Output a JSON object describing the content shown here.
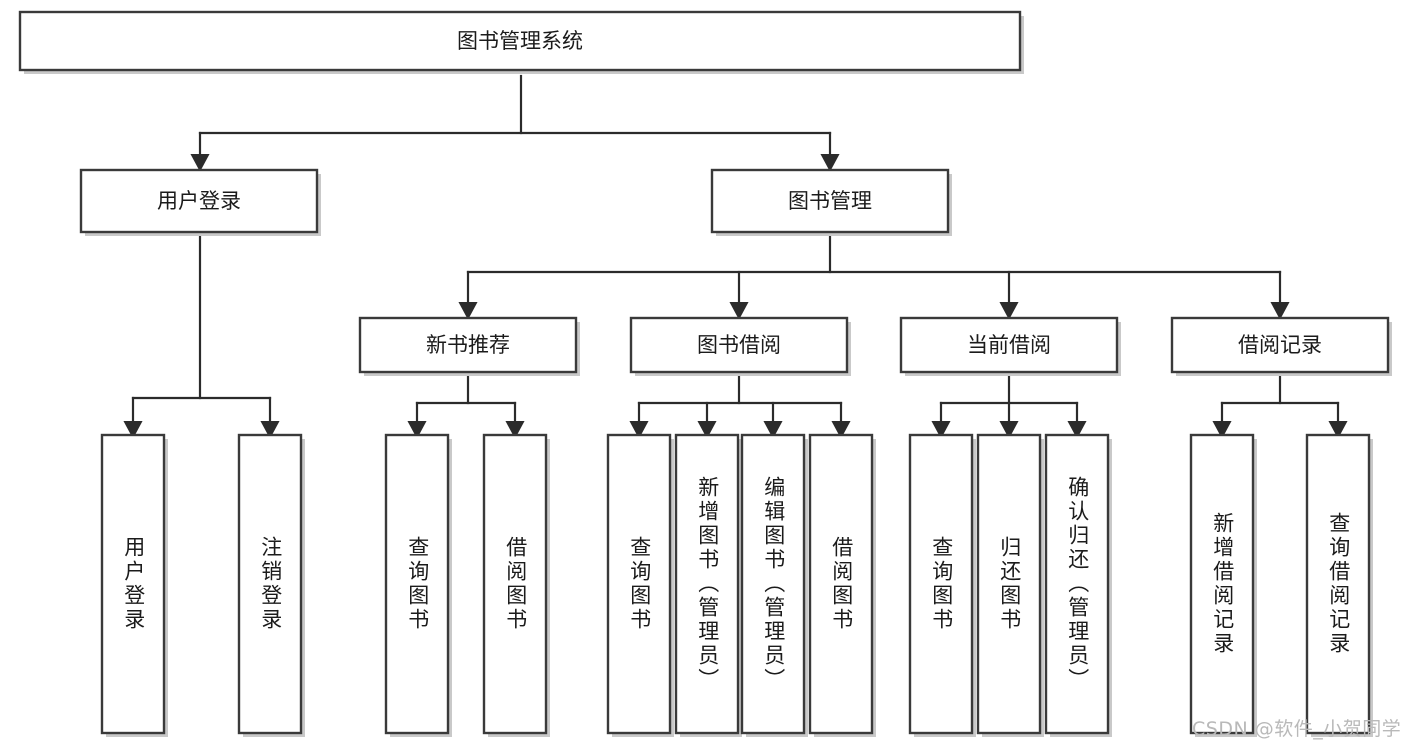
{
  "diagram": {
    "title": "图书管理系统",
    "type": "tree",
    "watermark": "CSDN @软件_小贺同学",
    "colors": {
      "background": "#ffffff",
      "box_stroke": "#3a3a3a",
      "connector": "#2b2b2b",
      "text": "#1b1b1b",
      "watermark": "#b9b9b9"
    },
    "root": {
      "label": "图书管理系统"
    },
    "level1": [
      {
        "label": "用户登录"
      },
      {
        "label": "图书管理"
      }
    ],
    "level2": [
      {
        "label": "新书推荐"
      },
      {
        "label": "图书借阅"
      },
      {
        "label": "当前借阅"
      },
      {
        "label": "借阅记录"
      }
    ],
    "leaves": {
      "user_login": [
        {
          "label": "用户登录"
        },
        {
          "label": "注销登录"
        }
      ],
      "new_book_recommend": [
        {
          "label": "查询图书"
        },
        {
          "label": "借阅图书"
        }
      ],
      "book_borrow": [
        {
          "label": "查询图书"
        },
        {
          "label": "新增图书（管理员）"
        },
        {
          "label": "编辑图书（管理员）"
        },
        {
          "label": "借阅图书"
        }
      ],
      "current_borrow": [
        {
          "label": "查询图书"
        },
        {
          "label": "归还图书"
        },
        {
          "label": "确认归还（管理员）"
        }
      ],
      "borrow_records": [
        {
          "label": "新增借阅记录"
        },
        {
          "label": "查询借阅记录"
        }
      ]
    }
  }
}
